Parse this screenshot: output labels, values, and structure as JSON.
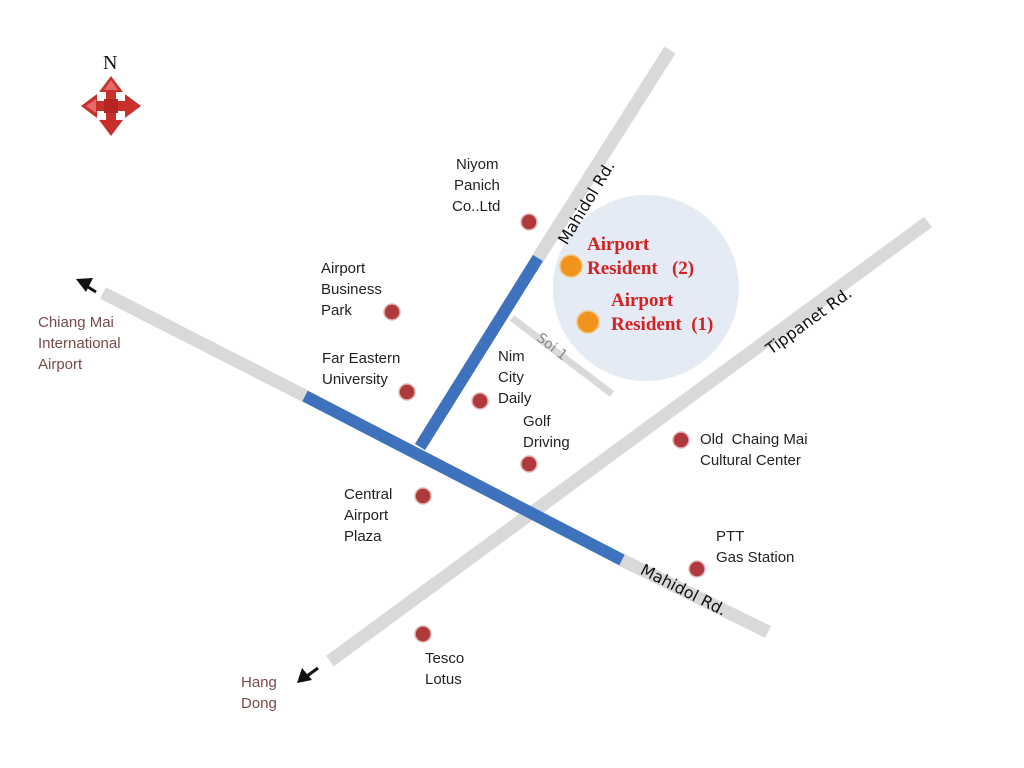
{
  "map": {
    "compass": {
      "north_label": "N",
      "icon": "compass-rose-icon"
    },
    "colors": {
      "road": "#d9d9d9",
      "highlight_road": "#3f72bd",
      "poi_dot": "#b0393b",
      "hotel_dot": "#f0941f",
      "hotel_text": "#d42020",
      "area_circle": "#e4ebf5",
      "destination_text": "#7a4a4a",
      "soi_text": "#888888"
    },
    "roads": {
      "mahidol_north": "Mahidol Rd.",
      "mahidol_east": "Mahidol Rd.",
      "tippanet": "Tippanet Rd.",
      "soi": "Soi 1"
    },
    "destinations": {
      "airport": [
        "Chiang Mai",
        "International",
        "Airport"
      ],
      "hang_dong": [
        "Hang",
        "Dong"
      ]
    },
    "hotels": {
      "resident_2": [
        "Airport",
        "Resident   (2)"
      ],
      "resident_1": [
        "Airport",
        "Resident  (1)"
      ]
    },
    "pois": {
      "niyom_panich": [
        "Niyom",
        "Panich",
        "Co..Ltd"
      ],
      "airport_business_park": [
        "Airport",
        "Business",
        "Park"
      ],
      "far_eastern_university": [
        "Far Eastern",
        "University"
      ],
      "nim_city_daily": [
        "Nim",
        "City",
        "Daily"
      ],
      "golf_driving": [
        "Golf",
        "Driving"
      ],
      "old_chiang_mai_cultural_center": [
        "Old  Chaing Mai",
        "Cultural Center"
      ],
      "central_airport_plaza": [
        "Central",
        "Airport",
        "Plaza"
      ],
      "ptt_gas_station": [
        "PTT",
        "Gas Station"
      ],
      "tesco_lotus": [
        "Tesco",
        "Lotus"
      ]
    }
  }
}
